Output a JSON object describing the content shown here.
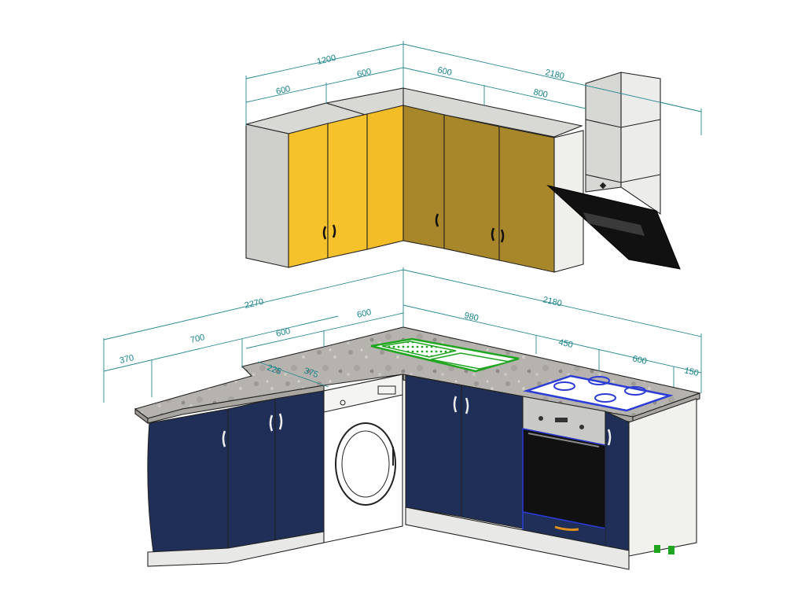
{
  "dimensions": {
    "upper": {
      "total_left": "1200",
      "left_a": "600",
      "left_b": "600",
      "total_right": "2180",
      "right_a": "600",
      "right_b": "800"
    },
    "lower": {
      "total_left": "2270",
      "left_a": "370",
      "left_b": "700",
      "left_c": "600",
      "left_d": "600",
      "total_right": "2180",
      "right_a": "980",
      "right_b": "450",
      "right_c": "600",
      "right_d": "150",
      "corner_a": "225",
      "corner_b": "375"
    }
  },
  "colors": {
    "upper_fronts_left": "#f6c22c",
    "upper_fronts_right": "#a8862a",
    "base_fronts": "#1f2f57",
    "worktop": "#b4b1ad",
    "carcass": "#efefec",
    "dimension_lines": "#2a8a90",
    "sink_outline": "#1fa51f",
    "hob_outline": "#2b3bd6",
    "oven_handle": "#e0901e"
  },
  "icons": {
    "hood": "cooker-hood-icon",
    "washer": "washing-machine-icon",
    "oven": "oven-icon",
    "hob": "hob-icon",
    "sink": "sink-icon"
  }
}
